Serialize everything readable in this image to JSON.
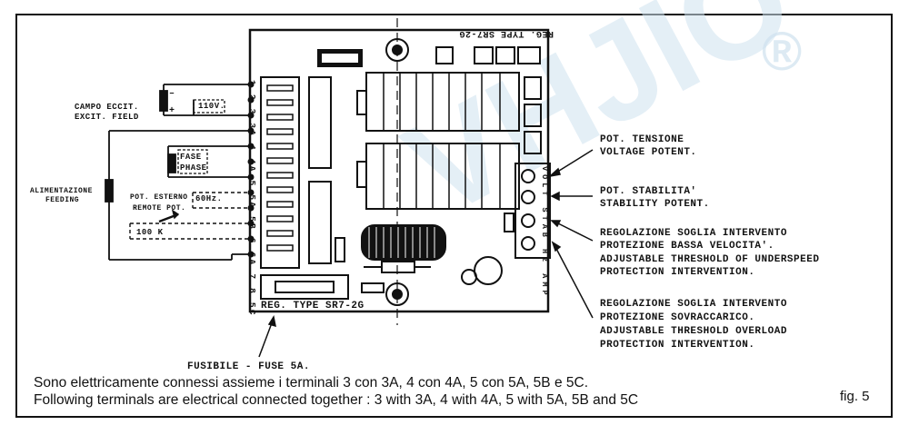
{
  "watermark": {
    "text": "VHJIO",
    "registered": "®"
  },
  "board": {
    "title_top": "REG. TYPE SR7-2G",
    "title_bottom": "REG. TYPE SR7-2G",
    "terminal_strip": "1 2 3 3A 4 4A 5 5A 5B 6 6A 7 8 5C",
    "adjust_strip": "VOLT STAB Hz AMP"
  },
  "labels": {
    "campo_it": "CAMPO ECCIT.",
    "campo_en": "EXCIT. FIELD",
    "minus": "–",
    "plus": "+",
    "v110": "110V.",
    "fase_it": "FASE",
    "fase_en": "PHASE",
    "alim_it": "ALIMENTAZIONE",
    "alim_en": "FEEDING",
    "hz60": "60Hz.",
    "pot_est_it": "POT. ESTERNO",
    "pot_est_en": "REMOTE POT.",
    "k100": "100 K",
    "pot_tens_it": "POT. TENSIONE",
    "pot_tens_en": "VOLTAGE POTENT.",
    "pot_stab_it": "POT. STABILITA'",
    "pot_stab_en": "STABILITY POTENT.",
    "under_it1": "REGOLAZIONE SOGLIA INTERVENTO",
    "under_it2": "PROTEZIONE BASSA VELOCITA'.",
    "under_en1": "ADJUSTABLE THRESHOLD OF UNDERSPEED",
    "under_en2": "PROTECTION INTERVENTION.",
    "over_it1": "REGOLAZIONE SOGLIA INTERVENTO",
    "over_it2": "PROTEZIONE SOVRACCARICO.",
    "over_en1": "ADJUSTABLE THRESHOLD OVERLOAD",
    "over_en2": "PROTECTION INTERVENTION.",
    "fuse": "FUSIBILE  -  FUSE 5A."
  },
  "notes": {
    "line_it": "Sono elettricamente connessi assieme i terminali 3 con 3A, 4 con 4A, 5 con 5A, 5B e 5C.",
    "line_en": "Following terminals are electrical connected together : 3 with 3A, 4 with 4A, 5 with 5A, 5B and 5C",
    "fig": "fig. 5"
  }
}
